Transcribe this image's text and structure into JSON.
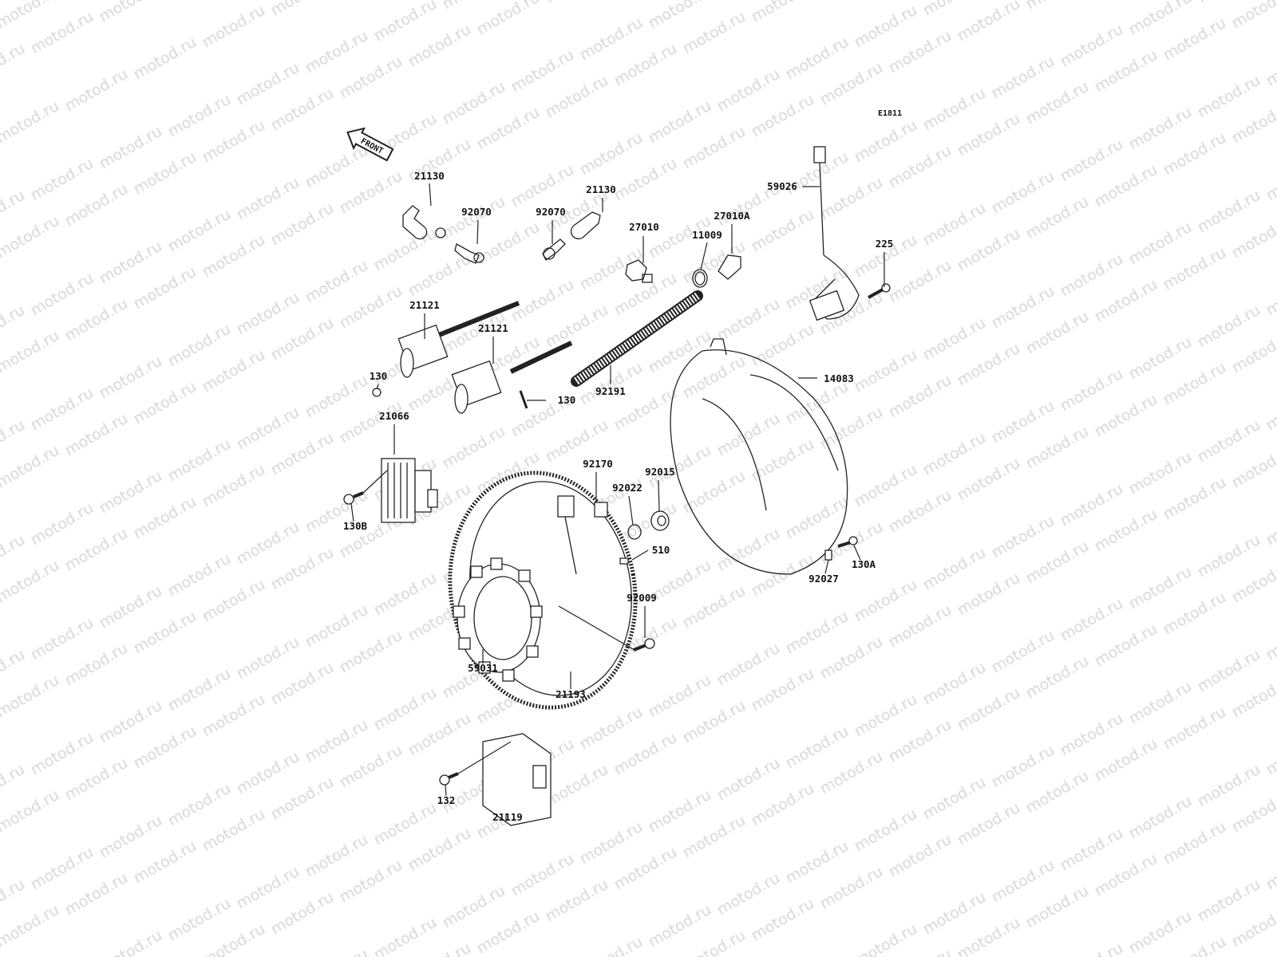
{
  "watermark": "motod.ru",
  "diagram_code": "E1811",
  "front_arrow": "FRONT",
  "labels": [
    {
      "part": "21130"
    },
    {
      "part": "92070"
    },
    {
      "part": "92070"
    },
    {
      "part": "21130"
    },
    {
      "part": "27010"
    },
    {
      "part": "11009"
    },
    {
      "part": "27010A"
    },
    {
      "part": "59026"
    },
    {
      "part": "225"
    },
    {
      "part": "21121"
    },
    {
      "part": "21121"
    },
    {
      "part": "130"
    },
    {
      "part": "130"
    },
    {
      "part": "92191"
    },
    {
      "part": "14083"
    },
    {
      "part": "21066"
    },
    {
      "part": "130B"
    },
    {
      "part": "92170"
    },
    {
      "part": "92015"
    },
    {
      "part": "92022"
    },
    {
      "part": "510"
    },
    {
      "part": "92027"
    },
    {
      "part": "130A"
    },
    {
      "part": "92009"
    },
    {
      "part": "59031"
    },
    {
      "part": "21193"
    },
    {
      "part": "132"
    },
    {
      "part": "21119"
    }
  ]
}
